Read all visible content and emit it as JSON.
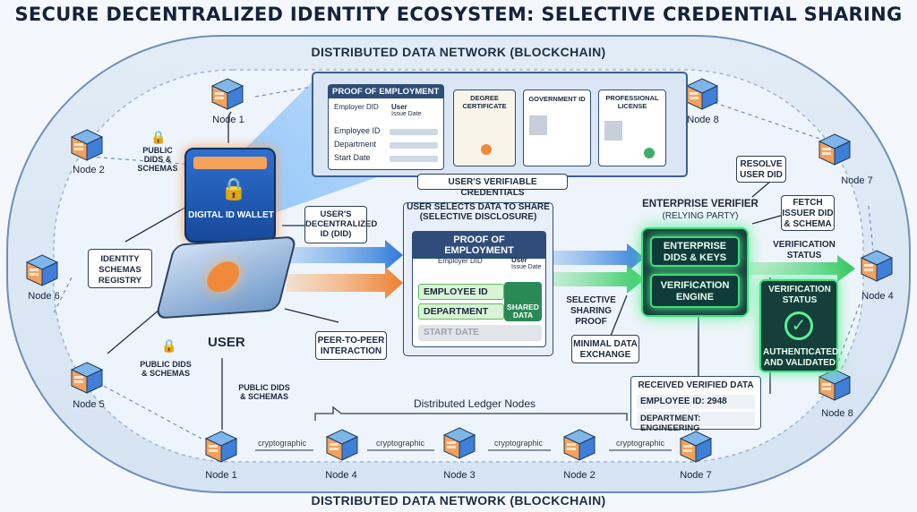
{
  "title": "SECURE DECENTRALIZED IDENTITY ECOSYSTEM: SELECTIVE CREDENTIAL SHARING",
  "network_top": "DISTRIBUTED DATA NETWORK (BLOCKCHAIN)",
  "network_bottom": "DISTRIBUTED DATA NETWORK (BLOCKCHAIN)",
  "nodes": {
    "node1_top": "Node 1",
    "node2": "Node 2",
    "node6": "Node 6",
    "node5": "Node 5",
    "node8_top": "Node 8",
    "node7_right": "Node 7",
    "node4_right": "Node 4",
    "node8_right": "Node 8",
    "bottom": [
      "Node 1",
      "Node 4",
      "Node 3",
      "Node 2",
      "Node 7"
    ]
  },
  "crypto_label": "cryptographic",
  "ledger_label": "Distributed Ledger Nodes",
  "wallet": {
    "label": "DIGITAL ID WALLET",
    "did_callout": "USER'S DECENTRALIZED ID (DID)",
    "user_label": "USER",
    "p2p": "PEER-TO-PEER INTERACTION"
  },
  "left_labels": {
    "public_dids_1": "PUBLIC DIDs & SCHEMAS",
    "registry": "IDENTITY SCHEMAS REGISTRY",
    "public_dids_2": "PUBLIC DIDs & SCHEMAS",
    "public_dids_3": "PUBLIC DIDs & SCHEMAS"
  },
  "credentials": {
    "caption": "USER'S VERIFIABLE CREDENTIALS",
    "proof_title": "PROOF OF EMPLOYMENT",
    "employer_did": "Employer DID",
    "user_issue": "User",
    "issue_date": "Issue Date",
    "fields": [
      "Employee ID",
      "Department",
      "Start Date"
    ],
    "others": [
      "DEGREE CERTIFICATE",
      "GOVERNMENT ID",
      "PROFESSIONAL LICENSE"
    ]
  },
  "selective": {
    "header": "USER SELECTS DATA TO SHARE (SELECTIVE DISCLOSURE)",
    "card_title": "PROOF OF EMPLOYMENT",
    "employer_did": "Employer DID",
    "user": "User",
    "issue_date": "Issue Date",
    "shared_rows": [
      "EMPLOYEE ID",
      "DEPARTMENT"
    ],
    "shared_badge": "SHARED DATA",
    "hidden_row": "START DATE"
  },
  "arrows_text": {
    "selective_proof": "SELECTIVE SHARING PROOF",
    "minimal": "MINIMAL DATA EXCHANGE"
  },
  "verifier": {
    "title": "ENTERPRISE VERIFIER",
    "subtitle": "(RELYING PARTY)",
    "dids_keys": "ENTERPRISE DIDs & KEYS",
    "engine": "VERIFICATION ENGINE",
    "status_caption": "VERIFICATION STATUS",
    "status_title": "VERIFICATION STATUS",
    "status_result": "AUTHENTICATED AND VALIDATED",
    "resolve": "RESOLVE USER DID",
    "fetch": "FETCH ISSUER DID & SCHEMA"
  },
  "received": {
    "title": "RECEIVED VERIFIED DATA",
    "employee": "EMPLOYEE ID: 2948",
    "department": "DEPARTMENT: ENGINEERING"
  },
  "colors": {
    "accent_blue": "#3f7fd8",
    "accent_green": "#3ae07a",
    "accent_orange": "#f08a3a",
    "dark_teal": "#0f3b3a"
  }
}
